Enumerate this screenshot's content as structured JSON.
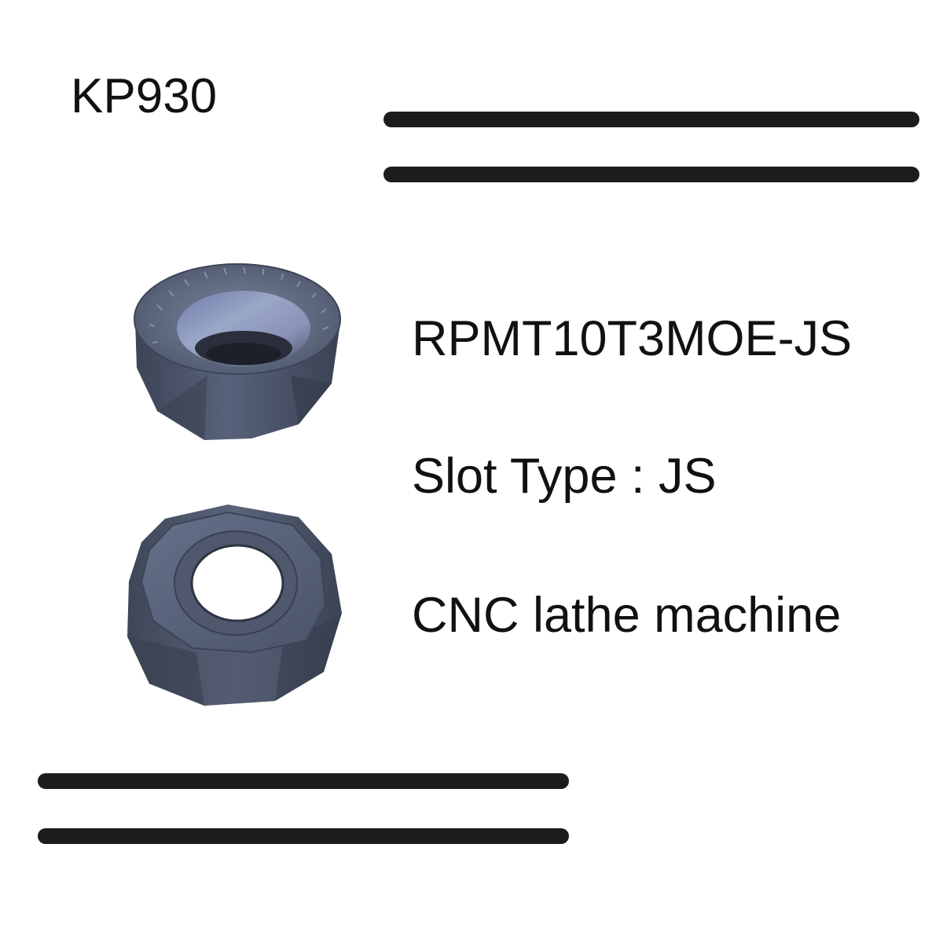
{
  "product": {
    "grade": "KP930",
    "model": "RPMT10T3MOE-JS",
    "slot_type": "Slot Type : JS",
    "usage": "CNC lathe machine"
  },
  "colors": {
    "text": "#111111",
    "bar": "#1c1c1c",
    "insert_body": "#4a5366",
    "insert_face": "#5c6579"
  },
  "images": {
    "top": "carbide-insert-top-view",
    "bottom": "carbide-insert-bottom-view"
  }
}
